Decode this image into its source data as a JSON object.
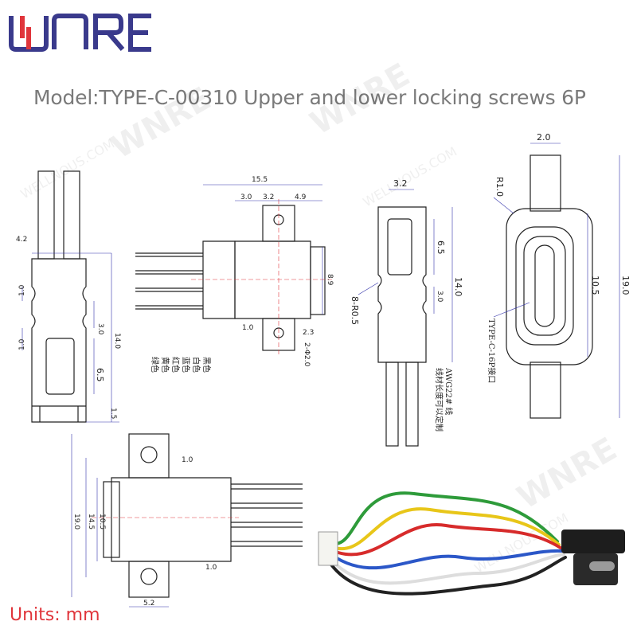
{
  "brand": {
    "logo_text": "WNRE",
    "logo_color": "#3a3a8c",
    "accent_color": "#e0353b"
  },
  "title": "Model:TYPE-C-00310 Upper and lower locking screws 6P",
  "units": "Units: mm",
  "watermarks": [
    "WNRE",
    "WELLNOUS.COM"
  ],
  "view_left": {
    "dims": [
      "4.2",
      "1.0",
      "1.0",
      "3.0",
      "14.0",
      "6.5",
      "1.5"
    ]
  },
  "view_side": {
    "dims": [
      "15.5",
      "3.0",
      "3.2",
      "4.9",
      "8.9",
      "1.0",
      "2.3",
      "2-Φ2.0"
    ],
    "wire_colors_label": [
      "黑色",
      "白色",
      "蓝色",
      "红色",
      "黄色",
      "绿色"
    ]
  },
  "view_front": {
    "dims": [
      "3.2",
      "6.5",
      "14.0",
      "3.0",
      "8-R0.5"
    ],
    "note_wire": "AWG22# 线",
    "note_length": "线材长度可以定制"
  },
  "view_right": {
    "dims": [
      "2.0",
      "R1.0",
      "10.5",
      "19.0"
    ],
    "port_label": "TYPE-C-16P接口"
  },
  "view_bottom": {
    "dims": [
      "1.0",
      "19.0",
      "14.5",
      "10.5",
      "1.0",
      "5.2"
    ]
  }
}
